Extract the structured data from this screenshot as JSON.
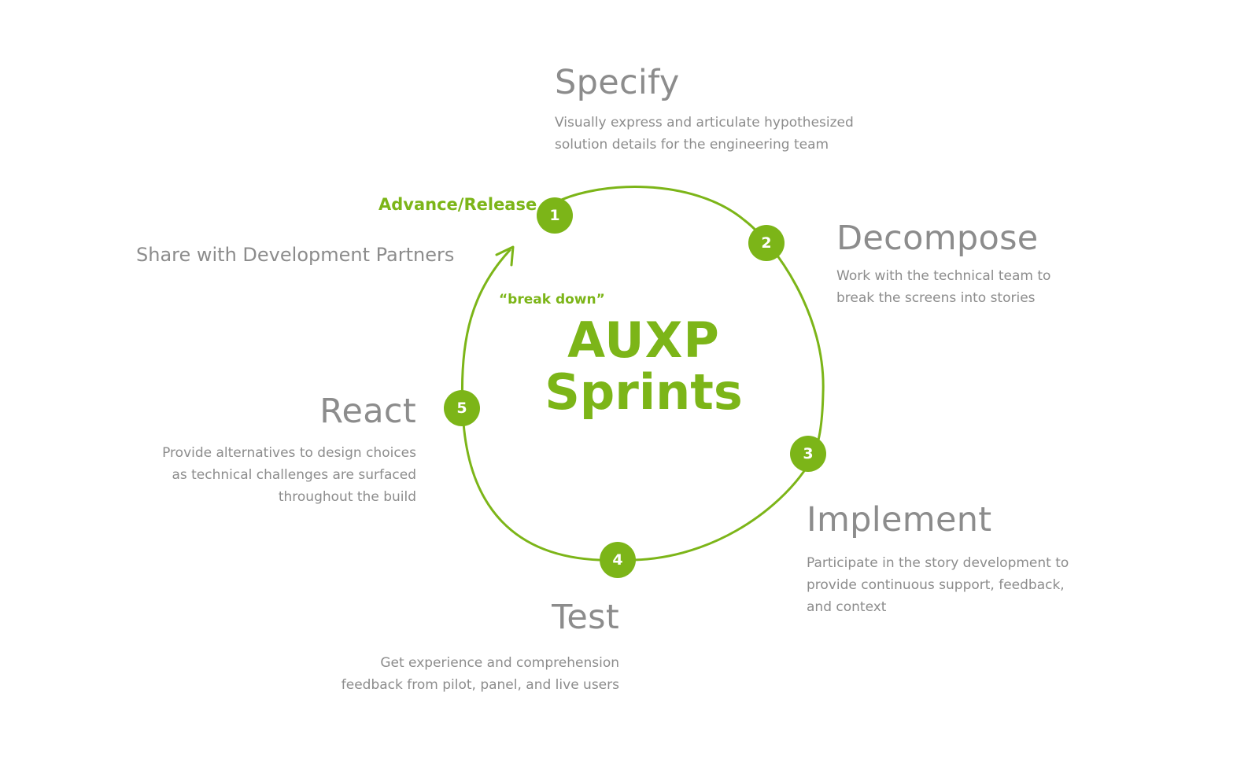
{
  "center": {
    "line1": "AUXP",
    "line2": "Sprints"
  },
  "loop_labels": {
    "advance": "Advance/Release",
    "break_down": "“break down”",
    "share": "Share with Development Partners"
  },
  "stages": [
    {
      "number": "1",
      "title": "Specify",
      "description": "Visually express and articulate hypothesized solution details for the engineering team"
    },
    {
      "number": "2",
      "title": "Decompose",
      "description": "Work with the technical team to break the screens into stories"
    },
    {
      "number": "3",
      "title": "Implement",
      "description": "Participate in the story development to provide continuous support, feedback, and context"
    },
    {
      "number": "4",
      "title": "Test",
      "description": "Get experience and comprehension feedback from pilot, panel, and live users"
    },
    {
      "number": "5",
      "title": "React",
      "description": "Provide alternatives to design choices as technical challenges are surfaced throughout the build"
    }
  ],
  "colors": {
    "accent": "#7cb518",
    "text": "#8c8c8c",
    "background": "#ffffff"
  }
}
